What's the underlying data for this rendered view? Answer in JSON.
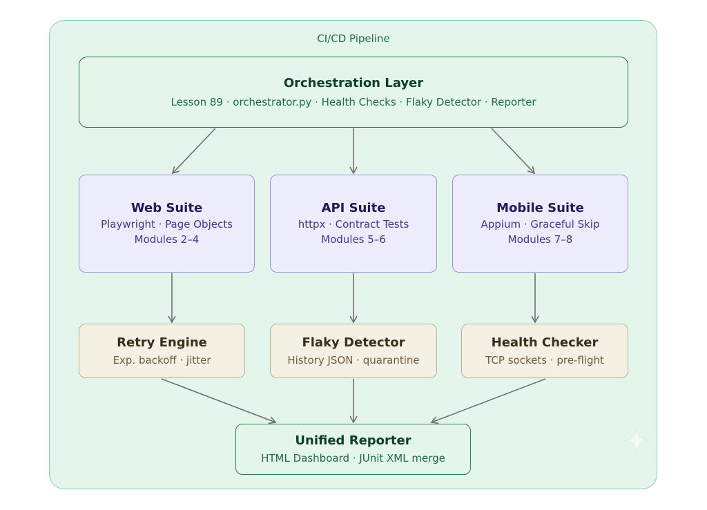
{
  "pipeline": {
    "label": "CI/CD Pipeline"
  },
  "orchestration": {
    "title": "Orchestration Layer",
    "subtitle": "Lesson 89 · orchestrator.py · Health Checks · Flaky Detector · Reporter"
  },
  "suites": [
    {
      "title": "Web Suite",
      "line1": "Playwright · Page Objects",
      "line2": "Modules 2–4"
    },
    {
      "title": "API Suite",
      "line1": "httpx · Contract Tests",
      "line2": "Modules 5–6"
    },
    {
      "title": "Mobile Suite",
      "line1": "Appium · Graceful Skip",
      "line2": "Modules 7–8"
    }
  ],
  "utilities": [
    {
      "title": "Retry Engine",
      "subtitle": "Exp. backoff · jitter"
    },
    {
      "title": "Flaky Detector",
      "subtitle": "History JSON · quarantine"
    },
    {
      "title": "Health Checker",
      "subtitle": "TCP sockets · pre-flight"
    }
  ],
  "reporter": {
    "title": "Unified Reporter",
    "subtitle": "HTML Dashboard · JUnit XML merge"
  },
  "colors": {
    "pipeline_bg": "#e4f5ec",
    "green_border": "#1f6e48",
    "suite_bg": "#ececfc",
    "suite_border": "#9a94d3",
    "util_bg": "#f4f0e4",
    "util_border": "#b9ae94",
    "arrow": "#6f6f6f"
  }
}
